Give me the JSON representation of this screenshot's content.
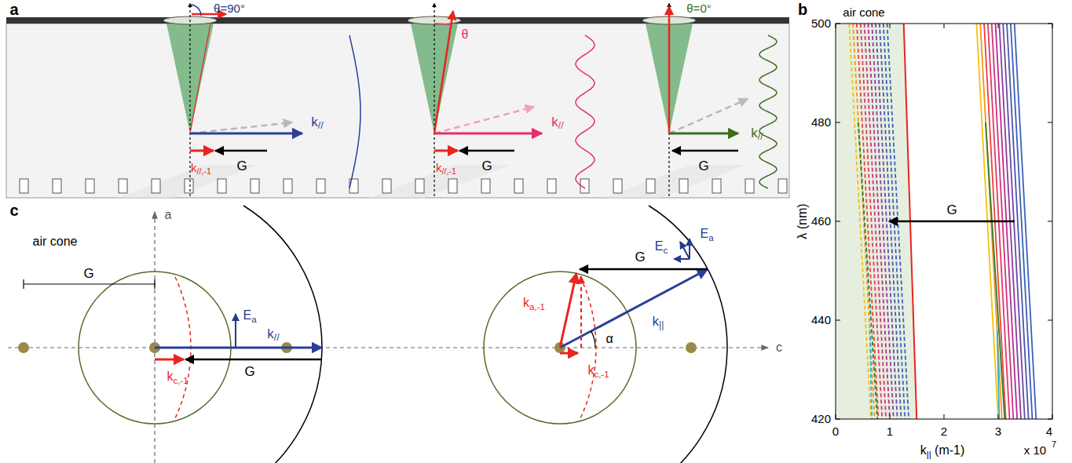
{
  "diagram": {
    "labels": [
      "a",
      "θ=90°",
      "θ",
      "θ=0°",
      "k//",
      "k//,-1",
      "G",
      "k//",
      "k//,-1",
      "G",
      "k//",
      "G",
      "b",
      "air cone",
      "500",
      "480",
      "460",
      "440",
      "420",
      "λ (nm)",
      "0",
      "1",
      "2",
      "3",
      "4",
      "k|| (m-1)",
      "x 10",
      "7",
      "G",
      "c",
      "a",
      "air cone",
      "G",
      "Ea",
      "k//",
      "G",
      "kc,-1",
      "G",
      "Ea",
      "Ec",
      "k||",
      "α",
      "ka,-1",
      "kc,-1",
      "c"
    ]
  }
}
